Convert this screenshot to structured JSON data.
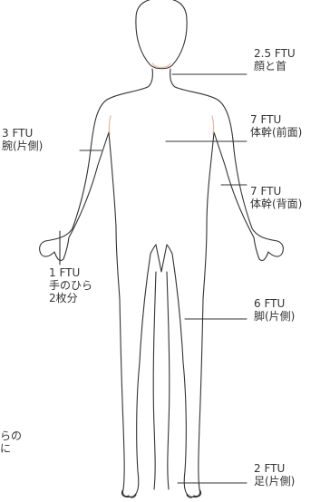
{
  "labels": {
    "face_neck": {
      "amount": "2.5 FTU",
      "region": "顔と首"
    },
    "arm": {
      "amount": "3 FTU",
      "region": "腕(片側)"
    },
    "trunk_front": {
      "amount": "7 FTU",
      "region": "体幹(前面)"
    },
    "trunk_back": {
      "amount": "7 FTU",
      "region": "体幹(背面)"
    },
    "palm": {
      "amount": "1 FTU",
      "region": "手のひら",
      "note": "2枚分"
    },
    "leg": {
      "amount": "6 FTU",
      "region": "脚(片側)"
    },
    "foot": {
      "amount": "2 FTU",
      "region": "足(片側)"
    },
    "cut_note": {
      "line1": "らの",
      "line2": "に"
    }
  },
  "colors": {
    "outline": "#333333",
    "skin_detail": "#e7b9a0",
    "text": "#333333"
  }
}
